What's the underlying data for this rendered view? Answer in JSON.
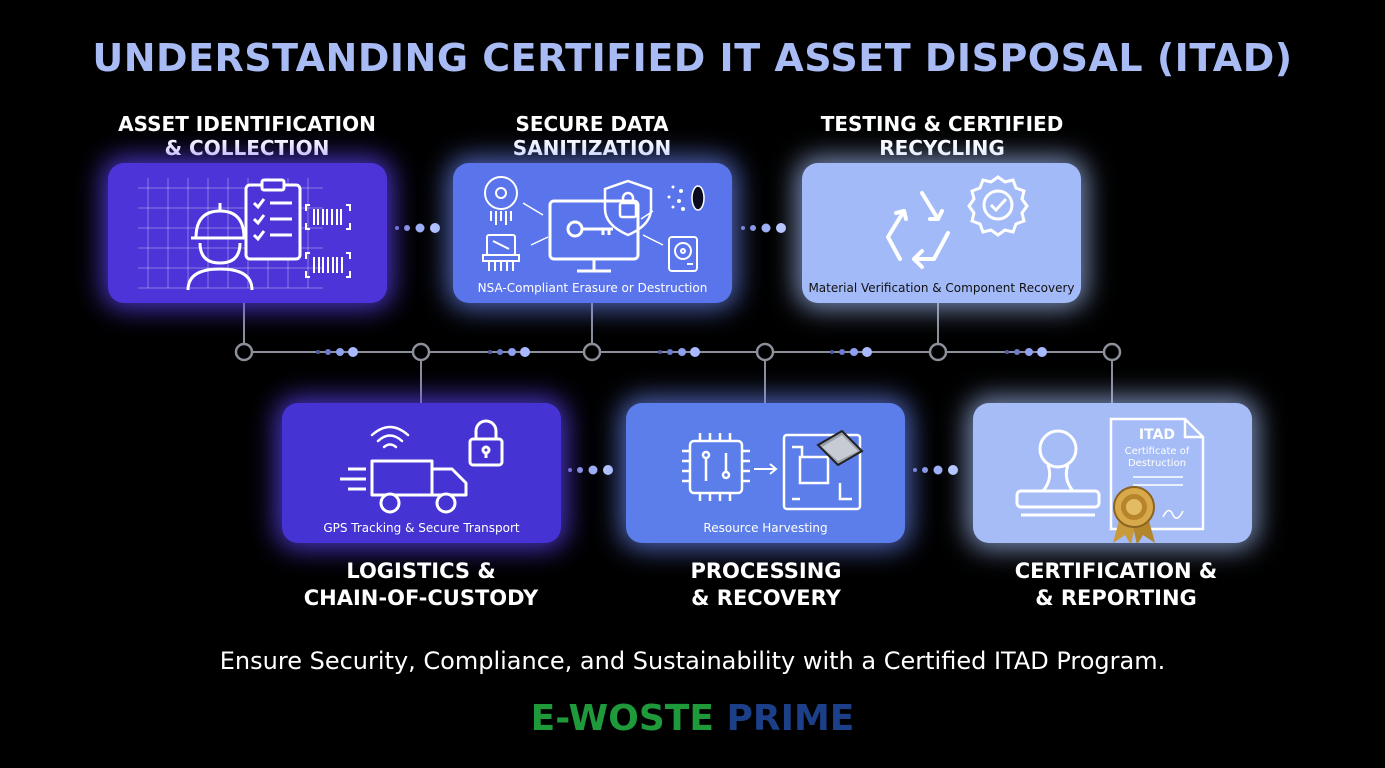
{
  "title": "UNDERSTANDING CERTIFIED IT ASSET DISPOSAL (ITAD)",
  "steps": [
    {
      "label_line1": "ASSET IDENTIFICATION",
      "label_line2": "& COLLECTION",
      "caption": ""
    },
    {
      "label_line1": "SECURE DATA",
      "label_line2": "SANITIZATION",
      "caption": "NSA-Compliant Erasure or Destruction"
    },
    {
      "label_line1": "TESTING & CERTIFIED",
      "label_line2": "RECYCLING",
      "caption": "Material Verification & Component Recovery"
    },
    {
      "label_line1": "LOGISTICS &",
      "label_line2": "CHAIN-OF-CUSTODY",
      "caption": "GPS Tracking & Secure Transport"
    },
    {
      "label_line1": "PROCESSING",
      "label_line2": "& RECOVERY",
      "caption": "Resource Harvesting"
    },
    {
      "label_line1": "CERTIFICATION &",
      "label_line2": "& REPORTING",
      "caption": ""
    }
  ],
  "certificate": {
    "heading": "ITAD",
    "line1": "Certificate of",
    "line2": "Destruction"
  },
  "tagline": "Ensure Security, Compliance, and Sustainability with a Certified ITAD Program.",
  "logo": {
    "part_a": "E-WOSTE",
    "part_b": "PRIME"
  },
  "colors": {
    "background": "#000000",
    "title": "#a9bbf4",
    "card_dark": "#4c34d8",
    "card_mid": "#5a74ec",
    "card_light": "#a3baf8",
    "logo_green": "#1f9a3b",
    "logo_blue": "#1c3f8a"
  },
  "icons": [
    "worker-icon",
    "clipboard-icon",
    "barcode-icon",
    "cd-icon",
    "shield-lock-icon",
    "monitor-key-icon",
    "shredder-icon",
    "hard-drive-icon",
    "recycle-icon",
    "badge-check-icon",
    "wifi-icon",
    "truck-icon",
    "padlock-icon",
    "chip-icon",
    "circuit-board-icon",
    "stamp-icon",
    "certificate-icon",
    "award-ribbon-icon"
  ]
}
